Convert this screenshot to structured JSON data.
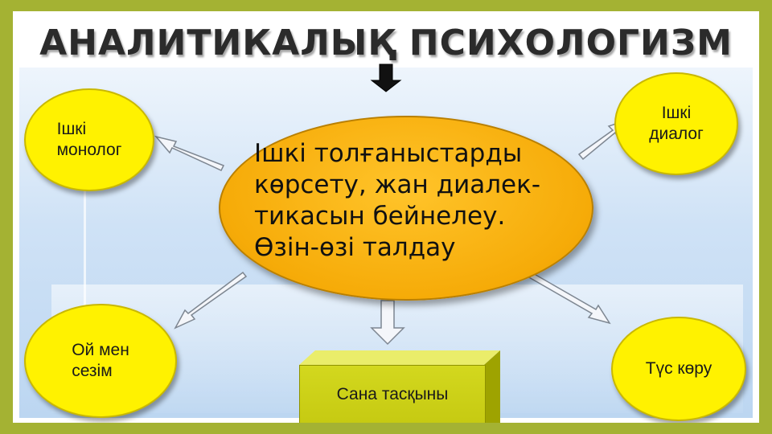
{
  "title": "АНАЛИТИКАЛЫҚ ПСИХОЛОГИЗМ",
  "center_text": "Ішкі толғаныстарды\nкөрсету, жан диалек-\nтикасын бейнелеу.\nӨзін-өзі талдау",
  "nodes": {
    "top_left": "Ішкі\nмонолог",
    "top_right": "Ішкі\nдиалог",
    "bottom_left": "Ой мен\nсезім",
    "bottom_right": "Түс көру",
    "bottom_box": "Сана тасқыны"
  },
  "colors": {
    "frame": "#a4b233",
    "center_fill": "#f6ab08",
    "node_fill": "#fff200",
    "box_fill": "#c6ca12"
  }
}
